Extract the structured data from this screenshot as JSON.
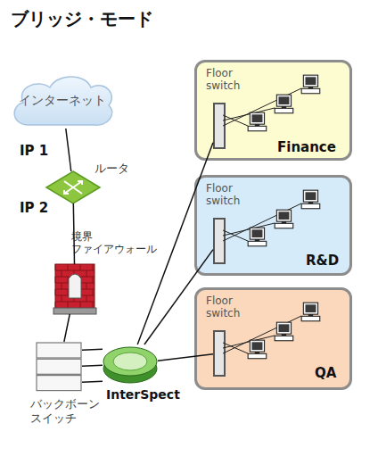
{
  "diagram": {
    "title": "ブリッジ・モード",
    "nodes": [
      {
        "text": [
          "インターネット"
        ]
      },
      {
        "text": [
          "ルータ"
        ]
      },
      {
        "text": [
          "境界 ファイアウォール"
        ]
      },
      {
        "text": [
          "Finance"
        ]
      },
      {
        "text": [
          "Floor switch"
        ],
        "in": 3
      },
      {
        "text": [
          "R&D"
        ]
      },
      {
        "text": [
          "Floor switch"
        ],
        "in": 5
      },
      {
        "text": [
          "QA"
        ]
      },
      {
        "text": [
          "Floor switch"
        ],
        "in": 7
      },
      {
        "text": [
          "バックボーン スイッチ"
        ]
      },
      {
        "text": [
          "InterSpect"
        ]
      }
    ],
    "edges": [
      {
        "from": 0,
        "to": 1,
        "arrow": "none"
      },
      {
        "from": 1,
        "to": 2,
        "arrow": "none"
      },
      {
        "from": 2,
        "to": 9,
        "arrow": "none"
      },
      {
        "from": 9,
        "to": 10,
        "arrow": "none"
      },
      {
        "from": 9,
        "to": 10,
        "arrow": "none"
      },
      {
        "from": 9,
        "to": 10,
        "arrow": "none"
      },
      {
        "from": 10,
        "to": 4,
        "arrow": "none"
      },
      {
        "from": 10,
        "to": 6,
        "arrow": "none"
      },
      {
        "from": 10,
        "to": 8,
        "arrow": "none"
      }
    ],
    "labels": [
      "IP 1",
      "IP 2"
    ]
  }
}
